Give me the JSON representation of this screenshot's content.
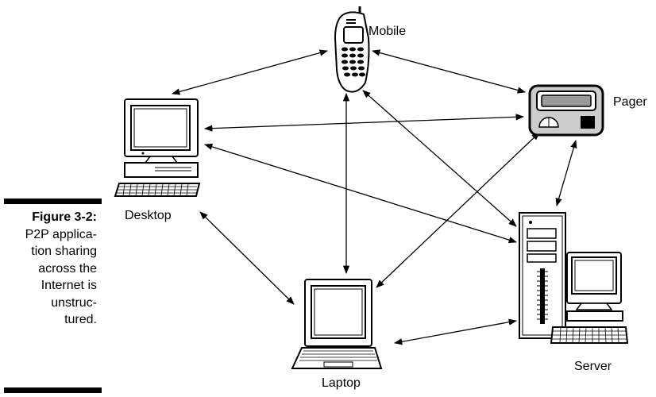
{
  "caption": {
    "figure_label": "Figure 3-2:",
    "lines": [
      "P2P applica-",
      "tion sharing",
      "across the",
      "Internet is",
      "unstruc-",
      "tured."
    ]
  },
  "nodes": {
    "mobile": {
      "label": "Mobile"
    },
    "pager": {
      "label": "Pager"
    },
    "desktop": {
      "label": "Desktop"
    },
    "laptop": {
      "label": "Laptop"
    },
    "server": {
      "label": "Server"
    }
  },
  "connections": [
    [
      "mobile",
      "desktop"
    ],
    [
      "mobile",
      "pager"
    ],
    [
      "mobile",
      "laptop"
    ],
    [
      "mobile",
      "server"
    ],
    [
      "desktop",
      "pager"
    ],
    [
      "desktop",
      "server"
    ],
    [
      "desktop",
      "laptop"
    ],
    [
      "pager",
      "laptop"
    ],
    [
      "pager",
      "server"
    ],
    [
      "laptop",
      "server"
    ]
  ],
  "colors": {
    "line": "#000000",
    "background": "#ffffff",
    "device_fill": "#ffffff",
    "device_shade": "#cccccc"
  },
  "icons": {
    "mobile": "mobile-phone-icon",
    "pager": "pager-icon",
    "desktop": "desktop-computer-icon",
    "laptop": "laptop-icon",
    "server": "server-tower-icon"
  }
}
